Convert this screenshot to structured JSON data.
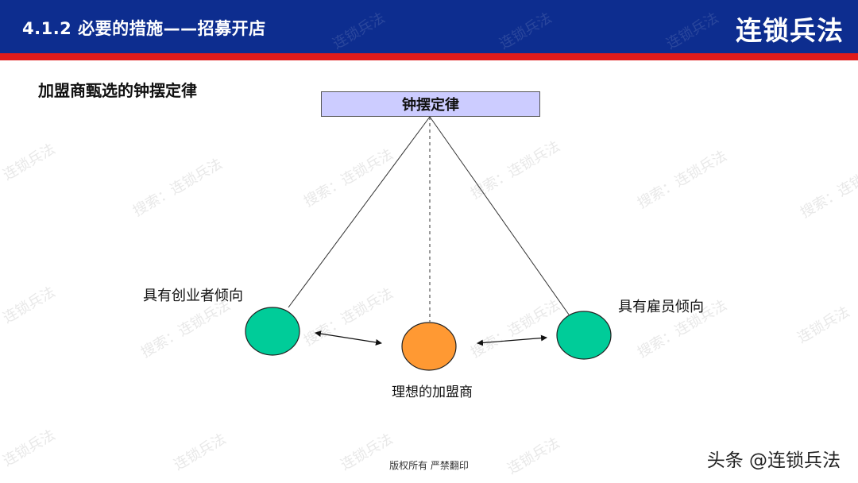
{
  "header": {
    "title": "4.1.2  必要的措施——招募开店",
    "brand": "连锁兵法"
  },
  "subtitle": "加盟商甄选的钟摆定律",
  "diagram": {
    "top_box": "钟摆定律",
    "left_label": "具有创业者倾向",
    "right_label": "具有雇员倾向",
    "center_label": "理想的加盟商"
  },
  "footer": "版权所有 严禁翻印",
  "credit": "头条 @连锁兵法",
  "watermarks": {
    "brand": "连锁兵法",
    "search": "搜索：连锁兵法"
  },
  "colors": {
    "header_bg": "#0d2d8f",
    "accent_red": "#e01b1b",
    "box_fill": "#ccccff",
    "side_circle": "#00cc99",
    "center_circle": "#ff9933"
  }
}
